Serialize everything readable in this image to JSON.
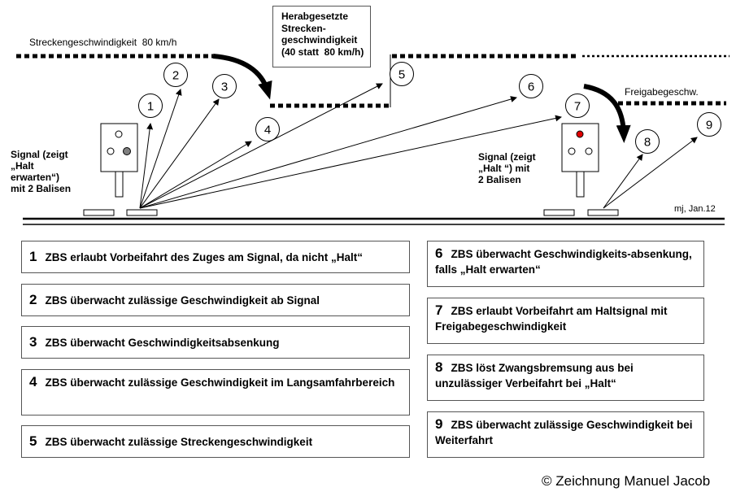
{
  "diagram": {
    "speed_label": "Streckengeschwindigkeit  80 km/h",
    "reduced_note": "Herabgesetzte\nStrecken-\ngeschwindigkeit\n(40 statt  80 km/h)",
    "release_label": "Freigabegeschw.",
    "signal1_label": "Signal (zeigt\n„Halt\nerwarten“)\nmit 2 Balisen",
    "signal2_label": "Signal (zeigt\n„Halt “) mit\n2 Balisen",
    "signature": "mj, Jan.12",
    "circle_numbers": [
      "1",
      "2",
      "3",
      "4",
      "5",
      "6",
      "7",
      "8",
      "9"
    ],
    "colors": {
      "signal_red": "#e00000",
      "lamp_grey": "#808080",
      "box_border": "#555555"
    }
  },
  "legend": [
    {
      "num": "1",
      "text": "ZBS erlaubt Vorbeifahrt des Zuges am Signal, da nicht „Halt“"
    },
    {
      "num": "2",
      "text": "ZBS überwacht zulässige Geschwindigkeit ab Signal"
    },
    {
      "num": "3",
      "text": "ZBS überwacht Geschwindigkeitsabsenkung"
    },
    {
      "num": "4",
      "text": "ZBS überwacht zulässige Geschwindigkeit im Langsamfahrbereich"
    },
    {
      "num": "5",
      "text": "ZBS überwacht zulässige Streckengeschwindigkeit"
    },
    {
      "num": "6",
      "text": "ZBS überwacht Geschwindigkeits-absenkung, falls „Halt erwarten“"
    },
    {
      "num": "7",
      "text": "ZBS erlaubt Vorbeifahrt am Haltsignal mit Freigabegeschwindigkeit"
    },
    {
      "num": "8",
      "text": "ZBS löst Zwangsbremsung aus bei unzulässiger Verbeifahrt bei „Halt“"
    },
    {
      "num": "9",
      "text": "ZBS überwacht zulässige Geschwindigkeit bei Weiterfahrt"
    }
  ],
  "copyright": "© Zeichnung Manuel Jacob"
}
